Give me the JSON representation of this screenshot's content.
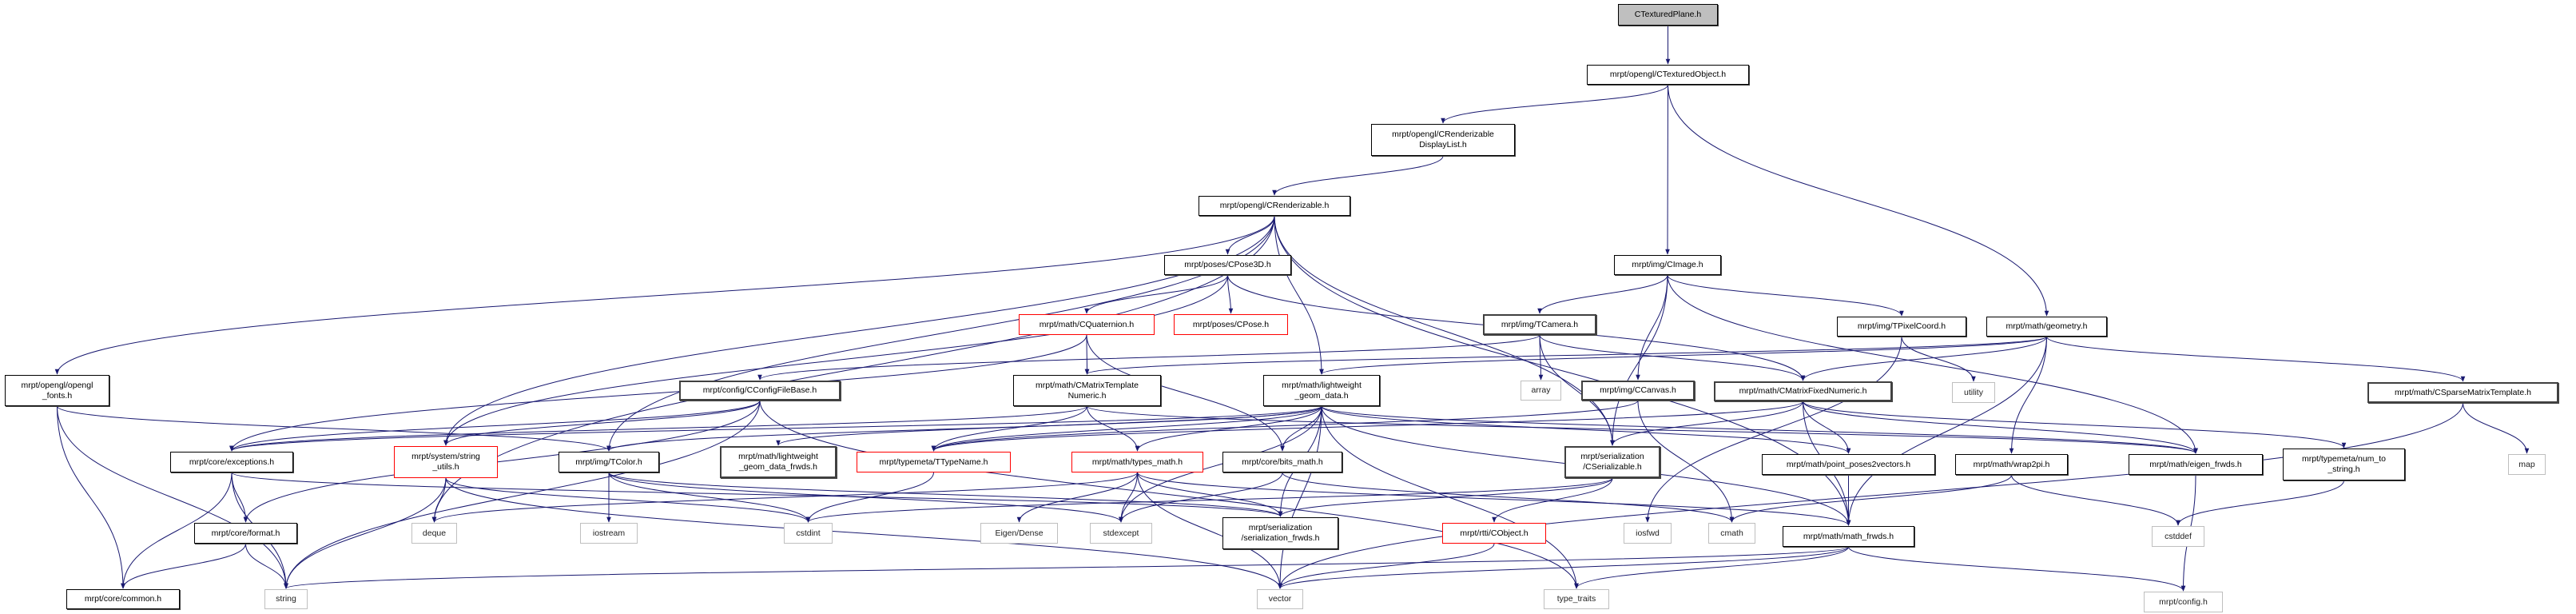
{
  "title": "CTexturedPlane.h",
  "colors": {
    "edge": "#191970",
    "root_fill": "#bfbfbf",
    "system_border": "#bfbfbf",
    "incomplete_border": "#ff0000"
  },
  "nodes": [
    {
      "id": "root",
      "label": "CTexturedPlane.h",
      "kind": "root"
    },
    {
      "id": "texobj",
      "label": "mrpt/opengl/CTexturedObject.h",
      "kind": "normal"
    },
    {
      "id": "dlist",
      "label": "mrpt/opengl/CRenderizable\nDisplayList.h",
      "kind": "normal"
    },
    {
      "id": "rend",
      "label": "mrpt/opengl/CRenderizable.h",
      "kind": "normal"
    },
    {
      "id": "pose3d",
      "label": "mrpt/poses/CPose3D.h",
      "kind": "normal"
    },
    {
      "id": "cimage",
      "label": "mrpt/img/CImage.h",
      "kind": "normal"
    },
    {
      "id": "quat",
      "label": "mrpt/math/CQuaternion.h",
      "kind": "red"
    },
    {
      "id": "cpose",
      "label": "mrpt/poses/CPose.h",
      "kind": "red"
    },
    {
      "id": "tcamera",
      "label": "mrpt/img/TCamera.h",
      "kind": "dark"
    },
    {
      "id": "tpixel",
      "label": "mrpt/img/TPixelCoord.h",
      "kind": "normal"
    },
    {
      "id": "geometry",
      "label": "mrpt/math/geometry.h",
      "kind": "normal"
    },
    {
      "id": "fonts",
      "label": "mrpt/opengl/opengl\n_fonts.h",
      "kind": "normal"
    },
    {
      "id": "cfgbase",
      "label": "mrpt/config/CConfigFileBase.h",
      "kind": "dark"
    },
    {
      "id": "cmtn",
      "label": "mrpt/math/CMatrixTemplate\nNumeric.h",
      "kind": "normal"
    },
    {
      "id": "lwgd",
      "label": "mrpt/math/lightweight\n_geom_data.h",
      "kind": "normal"
    },
    {
      "id": "array",
      "label": "array",
      "kind": "light"
    },
    {
      "id": "ccanvas",
      "label": "mrpt/img/CCanvas.h",
      "kind": "dark"
    },
    {
      "id": "cmfn",
      "label": "mrpt/math/CMatrixFixedNumeric.h",
      "kind": "dark"
    },
    {
      "id": "utility",
      "label": "utility",
      "kind": "light"
    },
    {
      "id": "csparse",
      "label": "mrpt/math/CSparseMatrixTemplate.h",
      "kind": "dark"
    },
    {
      "id": "exceptions",
      "label": "mrpt/core/exceptions.h",
      "kind": "normal"
    },
    {
      "id": "strutils",
      "label": "mrpt/system/string\n_utils.h",
      "kind": "red"
    },
    {
      "id": "tcolor",
      "label": "mrpt/img/TColor.h",
      "kind": "normal"
    },
    {
      "id": "lwgdf",
      "label": "mrpt/math/lightweight\n_geom_data_frwds.h",
      "kind": "dark"
    },
    {
      "id": "ttypename",
      "label": "mrpt/typemeta/TTypeName.h",
      "kind": "red"
    },
    {
      "id": "typesmath",
      "label": "mrpt/math/types_math.h",
      "kind": "red"
    },
    {
      "id": "bitsmath",
      "label": "mrpt/core/bits_math.h",
      "kind": "normal"
    },
    {
      "id": "cserial",
      "label": "mrpt/serialization\n/CSerializable.h",
      "kind": "dark"
    },
    {
      "id": "pp2v",
      "label": "mrpt/math/point_poses2vectors.h",
      "kind": "normal"
    },
    {
      "id": "wrap2pi",
      "label": "mrpt/math/wrap2pi.h",
      "kind": "normal"
    },
    {
      "id": "eigenfrwds",
      "label": "mrpt/math/eigen_frwds.h",
      "kind": "normal"
    },
    {
      "id": "num2str",
      "label": "mrpt/typemeta/num_to\n_string.h",
      "kind": "normal"
    },
    {
      "id": "map",
      "label": "map",
      "kind": "light"
    },
    {
      "id": "format",
      "label": "mrpt/core/format.h",
      "kind": "normal"
    },
    {
      "id": "deque",
      "label": "deque",
      "kind": "light"
    },
    {
      "id": "iostream",
      "label": "iostream",
      "kind": "light"
    },
    {
      "id": "cstdint",
      "label": "cstdint",
      "kind": "light"
    },
    {
      "id": "eigendense",
      "label": "Eigen/Dense",
      "kind": "light"
    },
    {
      "id": "stdexcept",
      "label": "stdexcept",
      "kind": "light"
    },
    {
      "id": "serfrwds",
      "label": "mrpt/serialization\n/serialization_frwds.h",
      "kind": "normal"
    },
    {
      "id": "cobject",
      "label": "mrpt/rtti/CObject.h",
      "kind": "red"
    },
    {
      "id": "iosfwd",
      "label": "iosfwd",
      "kind": "light"
    },
    {
      "id": "cmath",
      "label": "cmath",
      "kind": "light"
    },
    {
      "id": "mathfrwds",
      "label": "mrpt/math/math_frwds.h",
      "kind": "normal"
    },
    {
      "id": "cstddef",
      "label": "cstddef",
      "kind": "light"
    },
    {
      "id": "common",
      "label": "mrpt/core/common.h",
      "kind": "normal"
    },
    {
      "id": "string",
      "label": "string",
      "kind": "light"
    },
    {
      "id": "vector",
      "label": "vector",
      "kind": "light"
    },
    {
      "id": "typetraits",
      "label": "type_traits",
      "kind": "light"
    },
    {
      "id": "config",
      "label": "mrpt/config.h",
      "kind": "light"
    }
  ],
  "edges": [
    [
      "root",
      "texobj"
    ],
    [
      "texobj",
      "dlist"
    ],
    [
      "texobj",
      "cimage"
    ],
    [
      "texobj",
      "geometry"
    ],
    [
      "dlist",
      "rend"
    ],
    [
      "rend",
      "fonts"
    ],
    [
      "rend",
      "deque"
    ],
    [
      "rend",
      "tcolor"
    ],
    [
      "rend",
      "pose3d"
    ],
    [
      "rend",
      "lwgd"
    ],
    [
      "rend",
      "cserial"
    ],
    [
      "rend",
      "mathfrwds"
    ],
    [
      "rend",
      "strutils"
    ],
    [
      "pose3d",
      "quat"
    ],
    [
      "pose3d",
      "cpose"
    ],
    [
      "pose3d",
      "strutils"
    ],
    [
      "pose3d",
      "cmfn"
    ],
    [
      "cimage",
      "tcamera"
    ],
    [
      "cimage",
      "ccanvas"
    ],
    [
      "cimage",
      "tpixel"
    ],
    [
      "cimage",
      "cserial"
    ],
    [
      "cimage",
      "eigenfrwds"
    ],
    [
      "tcamera",
      "array"
    ],
    [
      "tcamera",
      "cserial"
    ],
    [
      "tcamera",
      "cmfn"
    ],
    [
      "tcamera",
      "cfgbase"
    ],
    [
      "ccanvas",
      "cmath"
    ],
    [
      "ccanvas",
      "ttypename"
    ],
    [
      "tpixel",
      "utility"
    ],
    [
      "tpixel",
      "iosfwd"
    ],
    [
      "geometry",
      "cmfn"
    ],
    [
      "geometry",
      "cmtn"
    ],
    [
      "geometry",
      "lwgd"
    ],
    [
      "geometry",
      "wrap2pi"
    ],
    [
      "geometry",
      "csparse"
    ],
    [
      "geometry",
      "mathfrwds"
    ],
    [
      "csparse",
      "map"
    ],
    [
      "csparse",
      "vector"
    ],
    [
      "quat",
      "cmtn"
    ],
    [
      "quat",
      "bitsmath"
    ],
    [
      "quat",
      "exceptions"
    ],
    [
      "cmtn",
      "ttypename"
    ],
    [
      "cmtn",
      "typesmath"
    ],
    [
      "cmtn",
      "exceptions"
    ],
    [
      "cmtn",
      "eigenfrwds"
    ],
    [
      "lwgd",
      "typesmath"
    ],
    [
      "lwgd",
      "bitsmath"
    ],
    [
      "lwgd",
      "stdexcept"
    ],
    [
      "lwgd",
      "vector"
    ],
    [
      "lwgd",
      "typetraits"
    ],
    [
      "lwgd",
      "serfrwds"
    ],
    [
      "lwgd",
      "ttypename"
    ],
    [
      "lwgd",
      "exceptions"
    ],
    [
      "lwgd",
      "eigenfrwds"
    ],
    [
      "lwgd",
      "lwgdf"
    ],
    [
      "lwgd",
      "mathfrwds"
    ],
    [
      "lwgd",
      "tcolor"
    ],
    [
      "lwgd",
      "pp2v"
    ],
    [
      "cmfn",
      "cserial"
    ],
    [
      "cmfn",
      "pp2v"
    ],
    [
      "cmfn",
      "eigenfrwds"
    ],
    [
      "cmfn",
      "num2str"
    ],
    [
      "cmfn",
      "mathfrwds"
    ],
    [
      "cmfn",
      "ttypename"
    ],
    [
      "cfgbase",
      "exceptions"
    ],
    [
      "cfgbase",
      "strutils"
    ],
    [
      "cfgbase",
      "format"
    ],
    [
      "cfgbase",
      "string"
    ],
    [
      "cfgbase",
      "typetraits"
    ],
    [
      "exceptions",
      "format"
    ],
    [
      "exceptions",
      "common"
    ],
    [
      "exceptions",
      "string"
    ],
    [
      "exceptions",
      "serfrwds"
    ],
    [
      "strutils",
      "deque"
    ],
    [
      "strutils",
      "string"
    ],
    [
      "strutils",
      "vector"
    ],
    [
      "strutils",
      "cstdint"
    ],
    [
      "tcolor",
      "iostream"
    ],
    [
      "tcolor",
      "cstdint"
    ],
    [
      "tcolor",
      "serfrwds"
    ],
    [
      "tcolor",
      "stdexcept"
    ],
    [
      "fonts",
      "common"
    ],
    [
      "fonts",
      "string"
    ],
    [
      "fonts",
      "tcolor"
    ],
    [
      "format",
      "common"
    ],
    [
      "format",
      "string"
    ],
    [
      "ttypename",
      "cstdint"
    ],
    [
      "typesmath",
      "eigendense"
    ],
    [
      "typesmath",
      "stdexcept"
    ],
    [
      "typesmath",
      "vector"
    ],
    [
      "typesmath",
      "serfrwds"
    ],
    [
      "typesmath",
      "mathfrwds"
    ],
    [
      "typesmath",
      "deque"
    ],
    [
      "bitsmath",
      "stdexcept"
    ],
    [
      "bitsmath",
      "cmath"
    ],
    [
      "cserial",
      "cobject"
    ],
    [
      "cserial",
      "serfrwds"
    ],
    [
      "cserial",
      "cstdint"
    ],
    [
      "cobject",
      "vector"
    ],
    [
      "pp2v",
      "mathfrwds"
    ],
    [
      "wrap2pi",
      "cstddef"
    ],
    [
      "wrap2pi",
      "cmath"
    ],
    [
      "num2str",
      "cstddef"
    ],
    [
      "eigenfrwds",
      "config"
    ],
    [
      "mathfrwds",
      "config"
    ],
    [
      "mathfrwds",
      "typetraits"
    ],
    [
      "mathfrwds",
      "string"
    ],
    [
      "mathfrwds",
      "vector"
    ]
  ]
}
